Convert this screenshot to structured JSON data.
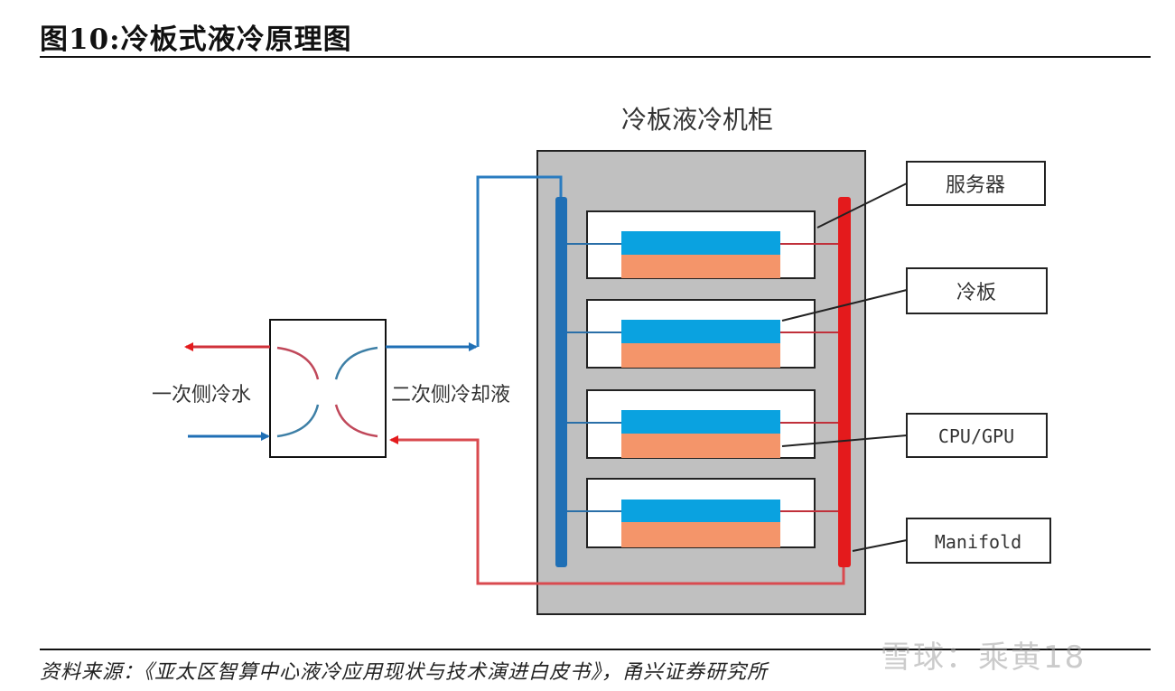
{
  "figure": {
    "title": "图10:冷板式液冷原理图",
    "source": "资料来源：《亚太区智算中心液冷应用现状与技术演进白皮书》，甬兴证券研究所",
    "watermark": "雪球：乘黄18"
  },
  "diagram": {
    "cabinet_title": "冷板液冷机柜",
    "primary_side_label": "一次侧冷水",
    "secondary_side_label": "二次侧冷却液",
    "callouts": [
      {
        "id": "server",
        "label": "服务器"
      },
      {
        "id": "cold-plate",
        "label": "冷板"
      },
      {
        "id": "cpu-gpu",
        "label": "CPU/GPU"
      },
      {
        "id": "manifold",
        "label": "Manifold"
      }
    ],
    "server_count": 4,
    "colors": {
      "cold": "#1f6fb5",
      "hot": "#e41a1c",
      "cold_plate": "#0aa2e0",
      "chip": "#f4956a",
      "cabinet": "#c0c0c0"
    }
  }
}
